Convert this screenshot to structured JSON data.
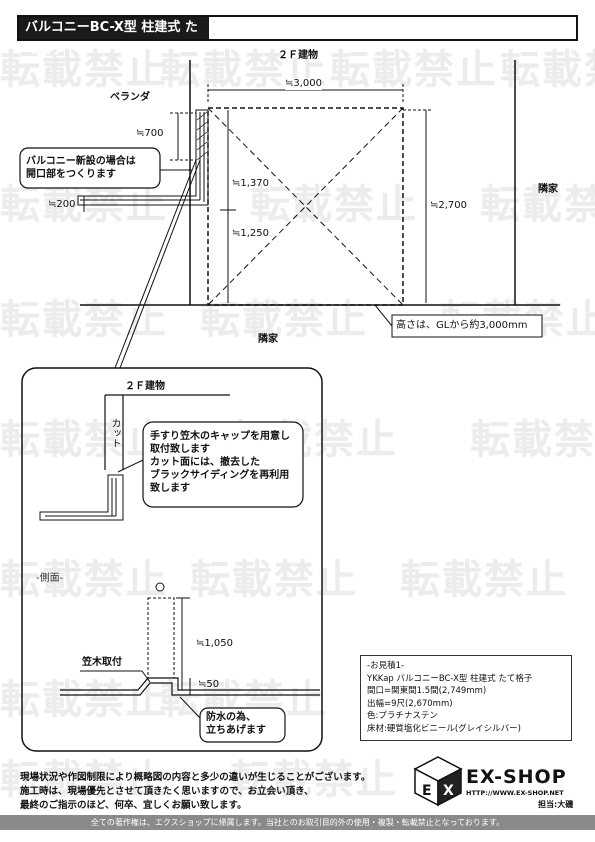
{
  "title": "バルコニーBC-X型 柱建式 たて格子",
  "watermark": "転載禁止",
  "plan": {
    "building_2f": "２Ｆ建物",
    "veranda": "ベランダ",
    "width": "≒3,000",
    "dim_700": "≒700",
    "dim_200": "≒200",
    "dim_1370": "≒1,370",
    "dim_1250": "≒1,250",
    "dim_2700": "≒2,700",
    "neighbor_right": "隣家",
    "neighbor_bottom": "隣家",
    "callout_opening": [
      "バルコニー新設の場合は",
      "開口部をつくります"
    ],
    "callout_height": "高さは、GLから約3,000mm"
  },
  "detail": {
    "building_2f": "２Ｆ建物",
    "cut": "カット",
    "callout_cap": [
      "手すり笠木のキャップを用意し",
      "取付致します",
      "カット面には、撤去した",
      "ブラックサイディングを再利用",
      "致します"
    ],
    "side_view": "-側面-",
    "dim_1050": "≒1,050",
    "dim_50": "≒50",
    "kasagi": "笠木取付",
    "callout_water": [
      "防水の為、",
      "立ちあげます"
    ]
  },
  "estimate": {
    "heading": "-お見積1-",
    "lines": [
      "YKKap バルコニーBC-X型 柱建式 たて格子",
      "間口=関東間1.5間(2,749mm)",
      "出幅=9尺(2,670mm)",
      "色:プラチナステン",
      "床材:硬質塩化ビニール(グレイシルバー)"
    ]
  },
  "disclaimer": [
    "現場状況や作図制限により概略図の内容と多少の違いが生じることがございます。",
    "施工時は、現場優先とさせて頂きたく思いますので、お立会い頂き、",
    "最終のご指示のほど、何卒、宜しくお願い致します。"
  ],
  "logo": {
    "name": "EX-SHOP",
    "url": "HTTP://WWW.EX-SHOP.NET",
    "staff": "担当:大磯"
  },
  "footer": "全ての著作権は、エクスショップに帰属します。当社とのお取引目的外の使用・複製・転載禁止となっております。",
  "colors": {
    "ink": "#111111",
    "watermark": "#ececec",
    "footer_bg": "#8a8a8a"
  }
}
